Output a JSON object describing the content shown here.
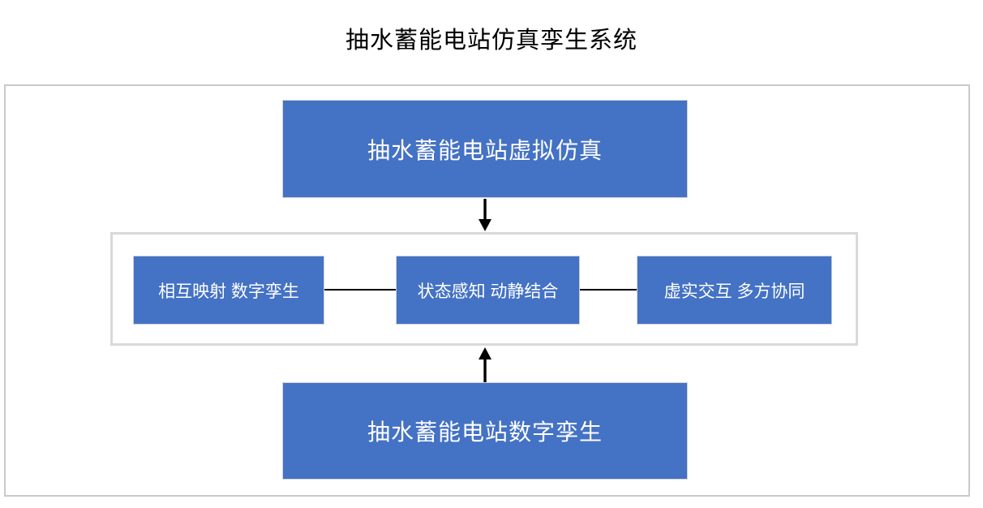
{
  "title": "抽水蓄能电站仿真孪生系统",
  "diagram": {
    "top_box": {
      "label": "抽水蓄能电站虚拟仿真"
    },
    "features": [
      {
        "label": "相互映射 数字孪生"
      },
      {
        "label": "状态感知 动静结合"
      },
      {
        "label": "虚实交互 多方协同"
      }
    ],
    "bottom_box": {
      "label": "抽水蓄能电站数字孪生"
    },
    "colors": {
      "box_fill": "#4472C4",
      "box_text": "#FFFFFF",
      "band_border": "#D9D9D9",
      "outer_border": "#C9C9C9",
      "arrow": "#000000",
      "title_text": "#000000"
    }
  }
}
